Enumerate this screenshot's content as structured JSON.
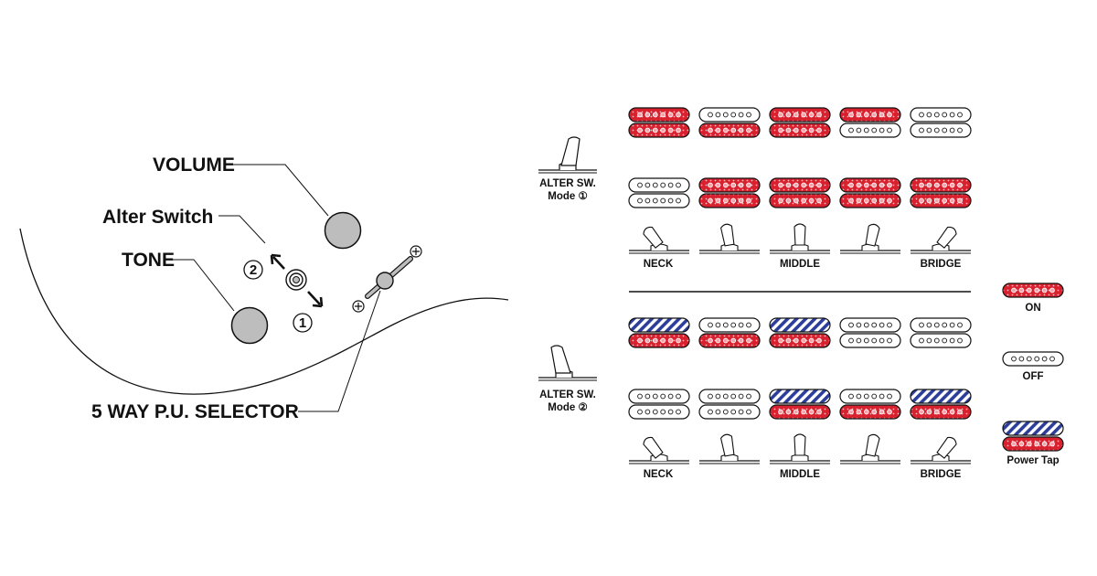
{
  "controls": {
    "volume_label": "VOLUME",
    "alter_switch_label": "Alter Switch",
    "tone_label": "TONE",
    "selector_label": "5 WAY P.U. SELECTOR",
    "position_1": "①",
    "position_2": "②",
    "plus_symbol": "+"
  },
  "mode1": {
    "label_line1": "ALTER SW.",
    "label_line2": "Mode ①"
  },
  "mode2": {
    "label_line1": "ALTER SW.",
    "label_line2": "Mode ②"
  },
  "positions": {
    "neck": "NECK",
    "middle": "MIDDLE",
    "bridge": "BRIDGE"
  },
  "legend": {
    "on": "ON",
    "off": "OFF",
    "power_tap": "Power Tap"
  },
  "colors": {
    "on": "#d9202e",
    "off": "#ffffff",
    "power_tap": "#2c3e9a",
    "knob": "#bdbdbd",
    "line": "#111111"
  },
  "pickup_states": {
    "mode1_upper": [
      [
        "on",
        "on"
      ],
      [
        "off",
        "on"
      ],
      [
        "on",
        "on"
      ],
      [
        "on",
        "off"
      ],
      [
        "off",
        "off"
      ]
    ],
    "mode1_lower": [
      [
        "off",
        "off"
      ],
      [
        "on",
        "on"
      ],
      [
        "on",
        "on"
      ],
      [
        "on",
        "on"
      ],
      [
        "on",
        "on"
      ]
    ],
    "mode2_upper": [
      [
        "tap",
        "on"
      ],
      [
        "off",
        "on"
      ],
      [
        "tap",
        "on"
      ],
      [
        "off",
        "off"
      ],
      [
        "off",
        "off"
      ]
    ],
    "mode2_lower": [
      [
        "off",
        "off"
      ],
      [
        "off",
        "off"
      ],
      [
        "tap",
        "on"
      ],
      [
        "off",
        "on"
      ],
      [
        "tap",
        "on"
      ]
    ],
    "lever_angles": [
      -38,
      -10,
      0,
      12,
      38
    ]
  }
}
